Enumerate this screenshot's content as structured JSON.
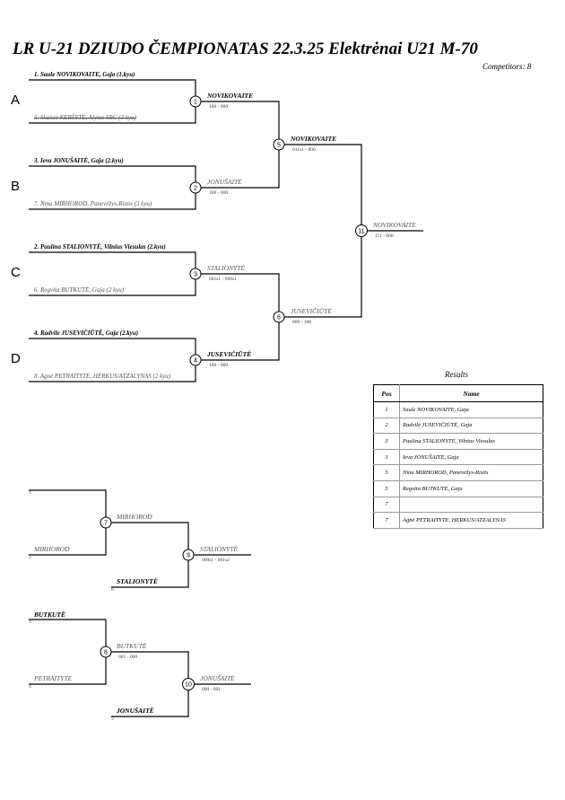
{
  "header": {
    "title": "LR U-21 DZIUDO ČEMPIONATAS  22.3.25  Elektrėnai   U21 M-70",
    "competitors": "Competitors:  8"
  },
  "pools": [
    "A",
    "B",
    "C",
    "D"
  ],
  "entrants": [
    "1. Saule NOVIKOVAITE, Gaja (1.kyu)",
    "5. Skaistė KERŠYTĖ, Alytus SRC (3 kyu)",
    "3. Ieva JONUŠAITĖ, Gaja (2.kyu)",
    "7. Nina MIRHOROD, Panevėžys-Ristis (3 kyu)",
    "2. Paulina STALIONYTĖ, Vilnius Viesulas (2.kyu)",
    "6. Regvita BUTKUTĖ, Gaja (2 kyu)",
    "4. Radvile JUSEVIČIŪTĖ, Gaja (2.kyu)",
    "8. Agnė PETRAITYTE, HERKUS/ATZALYNAS (2 kyu)"
  ],
  "main_bracket": {
    "m1": {
      "no": "1",
      "winner": "NOVIKOVAITE",
      "score": "100 - 000"
    },
    "m2": {
      "no": "2",
      "winner": "JONUŠAITĖ",
      "score": "100 - 000"
    },
    "m3": {
      "no": "3",
      "winner": "STALIONYTĖ",
      "score": "001s1 - 000s1"
    },
    "m4": {
      "no": "4",
      "winner": "JUSEVIČIŪTĖ",
      "score": "100 - 000"
    },
    "m5": {
      "no": "5",
      "winner": "NOVIKOVAITE",
      "score": "011s1 - 000"
    },
    "m6": {
      "no": "6",
      "winner": "JUSEVIČIŪTĖ",
      "score": "000 - 100"
    },
    "m11": {
      "no": "11",
      "winner": "NOVIKOVAITE",
      "score": "111 - 000"
    }
  },
  "repechage_1": {
    "top_seed": "1",
    "mid_name": "MIRHOROD",
    "mid_seed": "2",
    "bottom_name": "STALIONYTĖ",
    "bottom_seed": "6",
    "m7": {
      "no": "7",
      "winner": "MIRHOROD"
    },
    "m9": {
      "no": "9",
      "winner": "STALIONYTĖ",
      "score": "000s1 - 001s2"
    }
  },
  "repechage_2": {
    "top_name": "BUTKUTĖ",
    "top_seed": "3",
    "mid_name": "PETRAITYTE",
    "mid_seed": "4",
    "bottom_name": "JONUŠAITĖ",
    "bottom_seed": "5",
    "m8": {
      "no": "8",
      "winner": "BUTKUTĖ",
      "score": "001 - 000"
    },
    "m10": {
      "no": "10",
      "winner": "JONUŠAITĖ",
      "score": "000 - 001"
    }
  },
  "results": {
    "title": "Results",
    "col_pos": "Pos",
    "col_name": "Name",
    "rows": [
      {
        "pos": "1",
        "name": "Saule NOVIKOVAITE, Gaja"
      },
      {
        "pos": "2",
        "name": "Radvilė JUSEVIČIŪTĖ, Gaja"
      },
      {
        "pos": "3",
        "name": "Paulina STALIONYTĖ, Vilnius Viesulas"
      },
      {
        "pos": "3",
        "name": "Ieva JONUŠAITĖ, Gaja"
      },
      {
        "pos": "5",
        "name": "Nina MIRHOROD, Panevėžys-Ristis"
      },
      {
        "pos": "5",
        "name": "Regvita BUTKUTĖ, Gaja"
      },
      {
        "pos": "7",
        "name": ""
      },
      {
        "pos": "7",
        "name": "Agnė PETRAITYTE, HERKUS/ATZALYNAS"
      }
    ]
  }
}
